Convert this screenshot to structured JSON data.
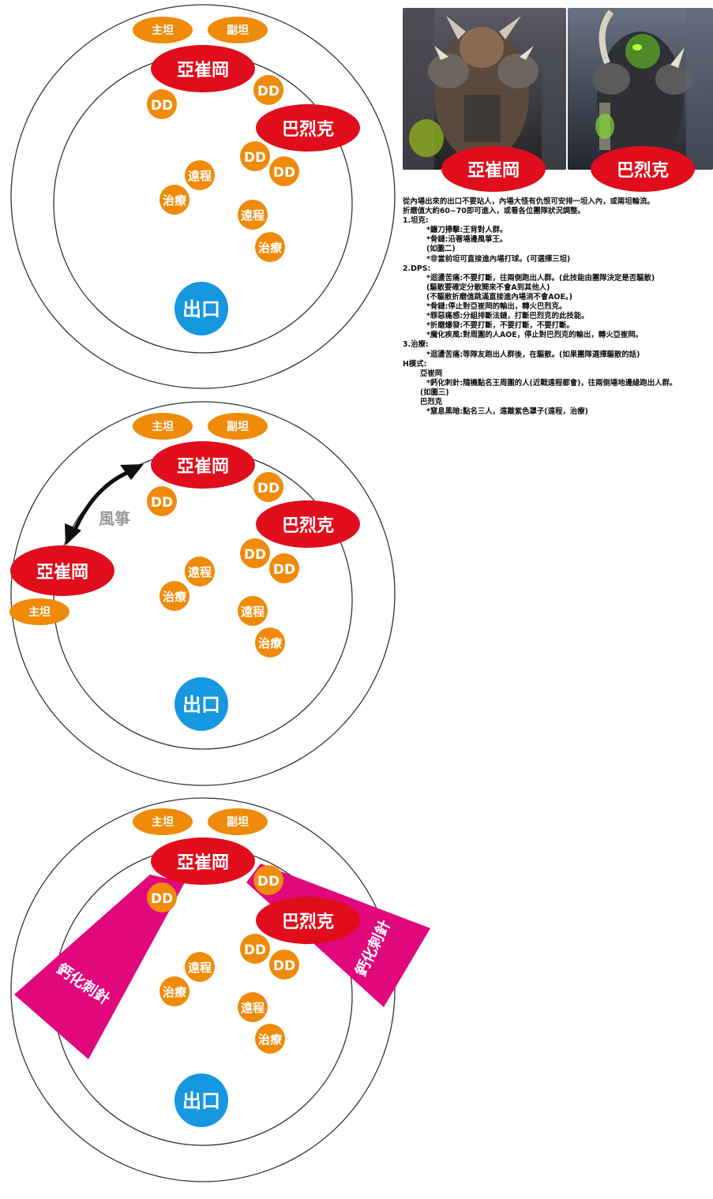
{
  "colors": {
    "boss_red": "#e00d1c",
    "player_orange": "#ef8a0a",
    "exit_blue": "#1697e0",
    "stinger_magenta": "#e0087c",
    "kite_label": "#9a9a9a"
  },
  "labels": {
    "main_tank": "主坦",
    "off_tank": "副坦",
    "boss_a": "亞崔岡",
    "boss_b": "巴烈克",
    "dd": "DD",
    "ranged": "遠程",
    "healer": "治療",
    "exit": "出口",
    "kite": "風箏",
    "stinger": "鈣化刺針"
  },
  "portraits": [
    {
      "name": "亞崔岡"
    },
    {
      "name": "巴烈克"
    }
  ],
  "notes": [
    "從內場出來的出口不要站人，內場大怪有仇恨可安排一坦入內，或兩坦輪流。",
    "折磨值大約60~70即可進入，或看各位團隊狀況調整。",
    "1.坦克:",
    "*鐮刀掃擊:王背對人群。",
    "*骨鏈:沿著場邊風箏王。",
    "(如圖二)",
    "*非當前坦可直接進內場打球。(可選擇三坦)",
    "2.DPS:",
    "*迴盪苦痛:不要打斷，往兩側跑出人群。(此技能由團隊決定是否驅散)",
    "(驅散要確定分散開來不會A到其他人)",
    "(不驅散折磨值跳滿直接進內場消不會AOE。)",
    "*骨鏈:停止對亞崔岡的輸出，轉火巴烈克。",
    "*罪惡痛感:分組排斷法鏈，打斷巴烈克的此技能。",
    "*折磨爆發:不要打斷，不要打斷，不要打斷。",
    "*魔化疾風:對周圍的人AOE，停止對巴烈克的輸出，轉火亞崔岡。",
    "3.治療:",
    "*迴盪苦痛:等隊友跑出人群後，在驅散。(如果團隊選擇驅散的話)",
    "H模式:",
    "亞崔岡",
    "*鈣化刺針:隨機點名王周圍的人(近戰遠程都會)，往兩側場地邊緣跑出人群。",
    "(如圖三)",
    "巴烈克",
    "*窒息黑暗:點名三人，遠離紫色罩子(遠程，治療)"
  ]
}
